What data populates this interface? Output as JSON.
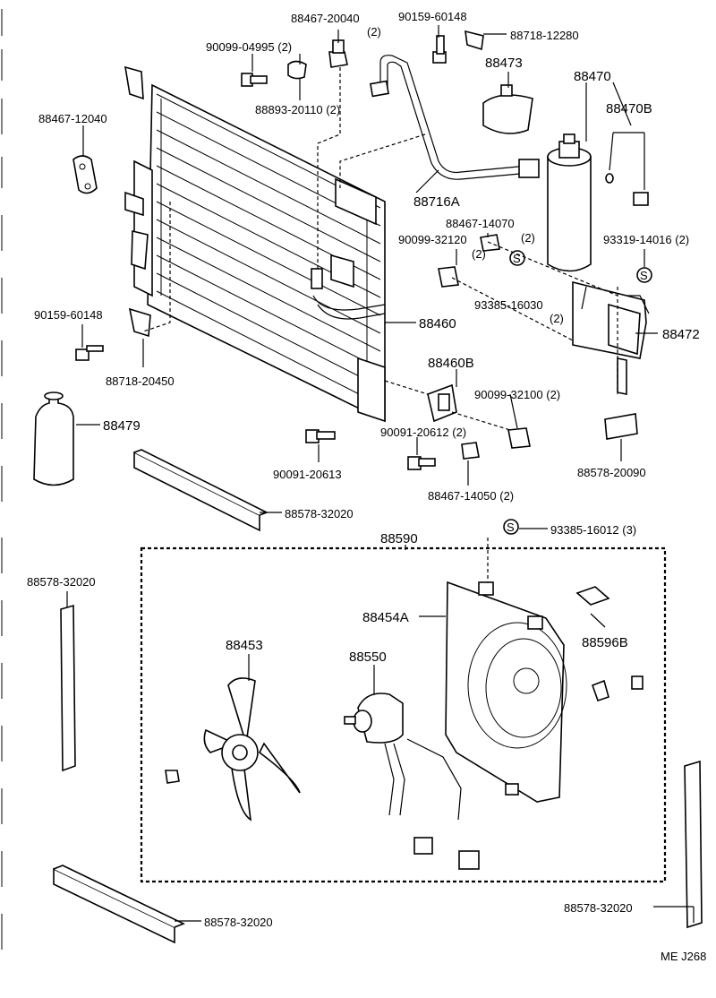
{
  "labels": {
    "p1": "88467-20040",
    "p1q": "(2)",
    "p2": "90159-60148",
    "p3": "88718-12280",
    "p4": "90099-04995 (2)",
    "p5": "88473",
    "p6": "88470",
    "p7": "88470B",
    "p8": "88893-20110 (2)",
    "p9": "88467-12040",
    "p10": "88716A",
    "p11": "88467-14070",
    "p11q": "(2)",
    "p12": "90099-32120",
    "p12q": "(2)",
    "p13": "93319-14016 (2)",
    "p14": "93385-16030",
    "p14q": "(2)",
    "p15": "90159-60148",
    "p16": "88460",
    "p17": "88472",
    "p18": "88718-20450",
    "p19": "88460B",
    "p20": "90099-32100 (2)",
    "p21": "88479",
    "p22": "90091-20612 (2)",
    "p23": "90091-20613",
    "p24": "88578-20090",
    "p25": "88467-14050 (2)",
    "p26": "88578-32020",
    "p27": "93385-16012 (3)",
    "p28": "88590",
    "p29": "88578-32020",
    "p30": "88454A",
    "p31": "88596B",
    "p32": "88453",
    "p33": "88550",
    "p34": "88578-32020",
    "p35": "88578-32020",
    "code": "ME J268",
    "s_mark": "S"
  }
}
